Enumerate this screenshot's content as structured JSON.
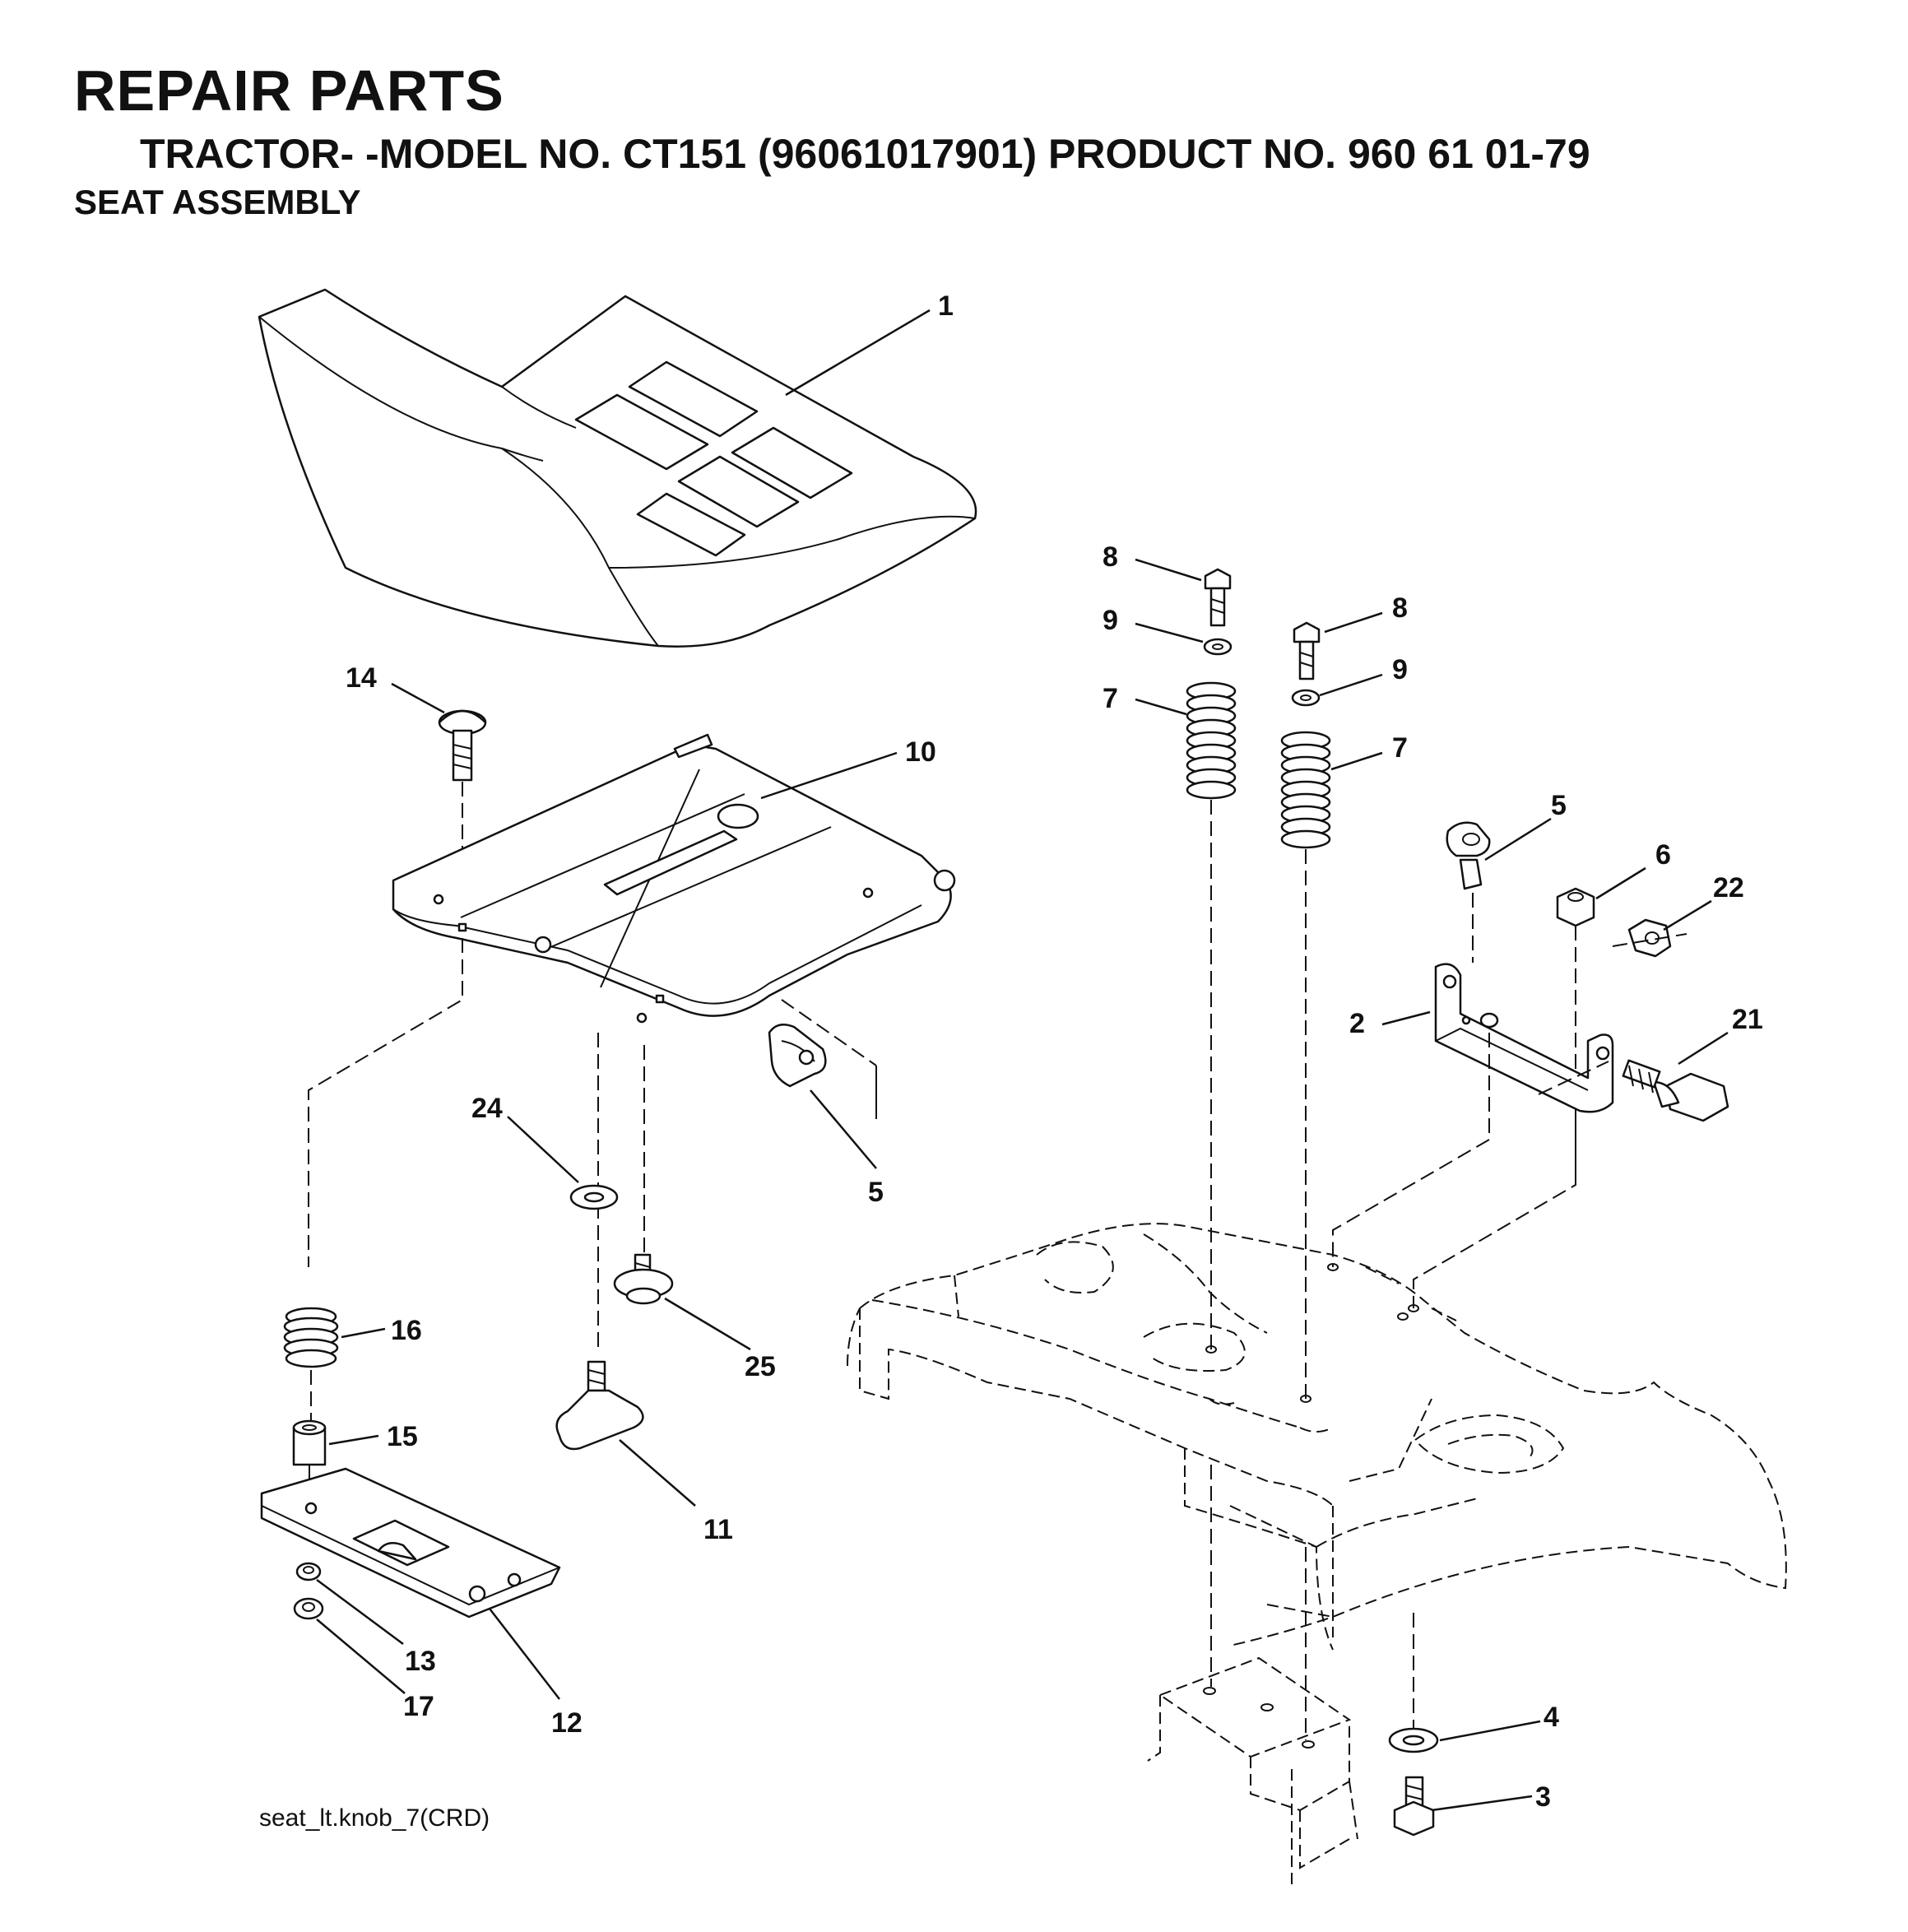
{
  "header": {
    "title": "REPAIR PARTS",
    "subtitle": "TRACTOR- -MODEL NO. CT151 (96061017901) PRODUCT NO. 960 61 01-79",
    "section": "SEAT ASSEMBLY"
  },
  "footer": {
    "drawing_id": "seat_lt.knob_7(CRD)"
  },
  "callouts": {
    "c1": "1",
    "c2": "2",
    "c3": "3",
    "c4": "4",
    "c5_left": "5",
    "c5_right": "5",
    "c6": "6",
    "c7_left": "7",
    "c7_right": "7",
    "c8_left": "8",
    "c8_right": "8",
    "c9_left": "9",
    "c9_right": "9",
    "c10": "10",
    "c11": "11",
    "c12": "12",
    "c13": "13",
    "c14": "14",
    "c15": "15",
    "c16": "16",
    "c17": "17",
    "c21": "21",
    "c22": "22",
    "c24": "24",
    "c25": "25"
  }
}
